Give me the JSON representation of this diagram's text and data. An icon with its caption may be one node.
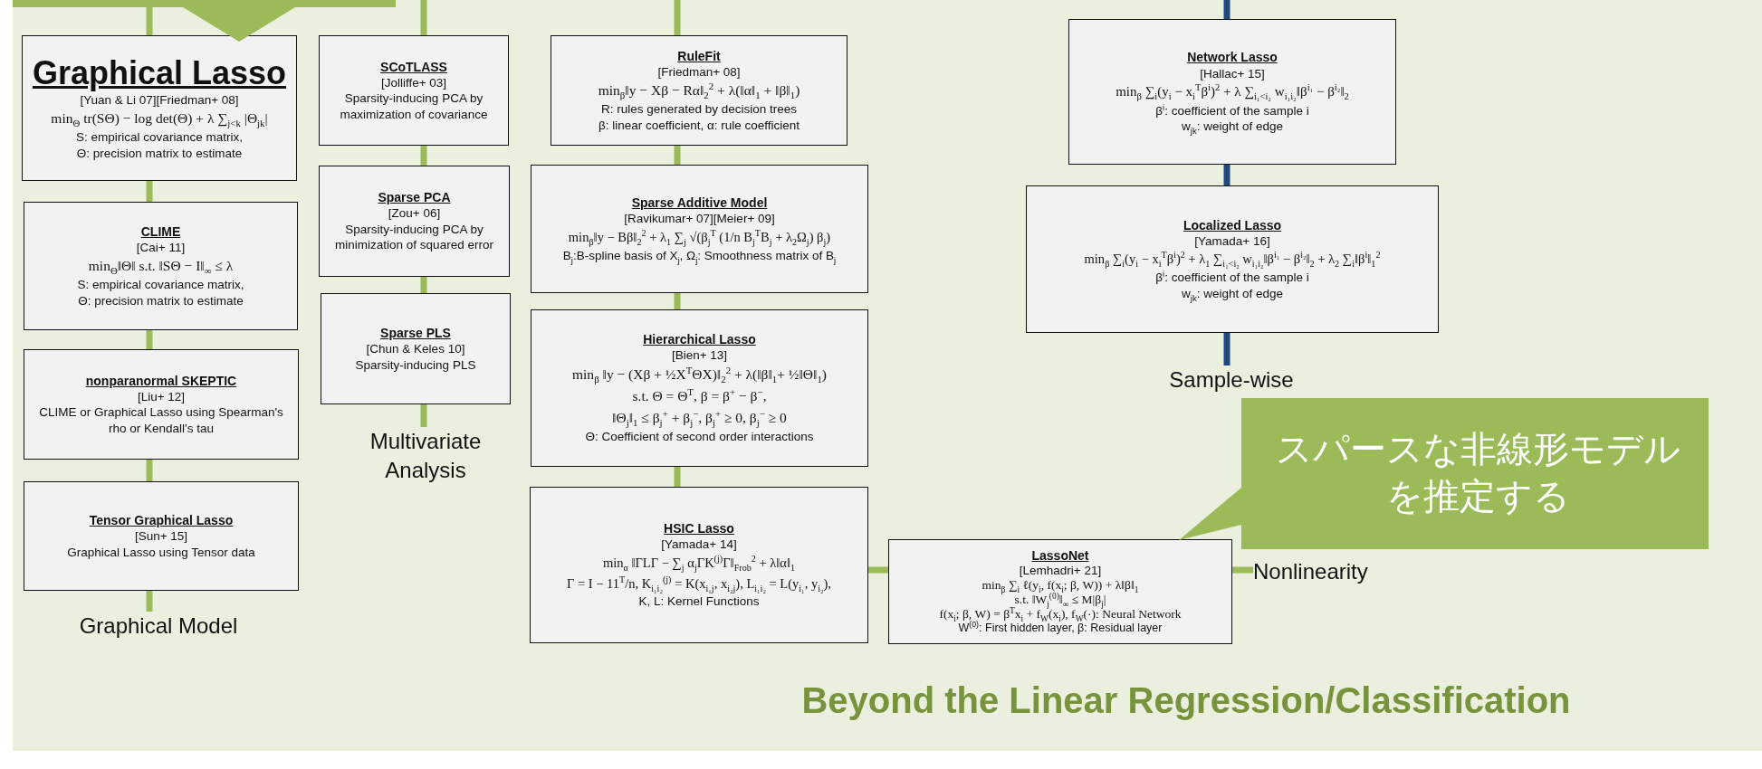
{
  "diagram": {
    "title": "Beyond the Linear Regression/Classification",
    "nodes": [
      {
        "text": [
          "Graphical Lasso",
          "[Yuan & Li 07][Friedman+ 08]",
          "min$_{Θ}$ tr(SΘ) − log det(Θ) + λ ∑$_{j<k}$ |Θ$_{jk}$|",
          "S: empirical covariance matrix,",
          "Θ: precision matrix to estimate"
        ]
      },
      {
        "text": [
          "CLIME",
          "[Cai+ 11]",
          "min$_{Θ}$‖Θ‖  s.t. ‖SΘ − I‖$_{∞}$ ≤ λ",
          "S:  empirical covariance matrix,",
          "Θ:  precision matrix to estimate"
        ]
      },
      {
        "text": [
          "nonparanormal SKEPTIC",
          "[Liu+ 12]",
          "CLIME or Graphical Lasso using Spearman's rho or Kendall's tau"
        ]
      },
      {
        "text": [
          "Tensor Graphical Lasso",
          "[Sun+ 15]",
          "Graphical Lasso using Tensor data"
        ]
      },
      {
        "text": [
          "Graphical Model"
        ]
      },
      {
        "text": [
          "SCoTLASS",
          "[Jolliffe+ 03]",
          "Sparsity-inducing PCA by maximization of covariance"
        ]
      },
      {
        "text": [
          "Sparse PCA",
          "[Zou+ 06]",
          "Sparsity-inducing PCA by minimization of squared error"
        ]
      },
      {
        "text": [
          "Sparse PLS",
          "[Chun & Keles 10]",
          "Sparsity-inducing PLS"
        ]
      },
      {
        "text": [
          "Multivariate Analysis"
        ]
      },
      {
        "text": [
          "RuleFit",
          "[Friedman+ 08]",
          "min$_{β}$‖y − Xβ − Rα‖$_{2}$$^{2}$ + λ(‖α‖$_{1}$ + ‖β‖$_{1}$)",
          "R: rules generated by decision trees",
          "β: linear coefficient, α: rule coefficient"
        ]
      },
      {
        "text": [
          "Sparse Additive Model",
          "[Ravikumar+ 07][Meier+ 09]",
          "min$_{β}$‖y − Bβ‖$_{2}$$^{2}$ + λ$_{1}$ ∑$_{j}$ √(β$_{j}$$^{T}$ (1/n B$_{j}$$^{T}$B$_{j}$ + λ$_{2}$Ω$_{j}$) β$_{j}$)",
          "B$_{j}$:B-spline basis of X$_{j}$,  Ω$_{j}$: Smoothness matrix of B$_{j}$"
        ]
      },
      {
        "text": [
          "Hierarchical Lasso",
          "[Bien+ 13]",
          "min$_{β}$ ‖y − (Xβ + ½X$^{T}$ΘX)‖$_{2}$$^{2}$ + λ(‖β‖$_{1}$+ ½‖Θ‖$_{1}$)",
          "s.t. Θ = Θ$^{T}$, β = β$^{+}$ − β$^{−}$,",
          "‖Θ$_{j}$‖$_{1}$ ≤ β$_{j}$$^{+}$ + β$_{j}$$^{−}$, β$_{j}$$^{+}$ ≥ 0, β$_{j}$$^{−}$ ≥ 0",
          "Θ: Coefficient of second order interactions"
        ]
      },
      {
        "text": [
          "HSIC Lasso",
          "[Yamada+ 14]",
          "min$_{α}$ ‖ΓLΓ − ∑$_{j}$ α$_{j}$ΓK$^{(j)}$Γ‖$_{Frob}$$^{2}$ + λ‖α‖$_{1}$",
          "Γ = I − 11$^{T}$/n, K$_{i₁i₂}$$^{(j)}$ = K(x$_{i₁j}$, x$_{i₂j}$), L$_{i₁i₂}$ = L(y$_{i₁}$, y$_{i₂}$),",
          "K, L: Kernel Functions"
        ]
      },
      {
        "text": [
          "LassoNet",
          "[Lemhadri+ 21]",
          "min$_{β}$ ∑$_{i}$ ℓ(y$_{i}$, f(x$_{i}$; β, W)) + λ‖β‖$_{1}$",
          "s.t. ‖W$_{j}$$^{(0)}$‖$_{∞}$ ≤ M|β$_{j}$|",
          "f(x$_{i}$; β, W) = β$^{T}$x$_{i}$ + f$_{W}$(x$_{i}$), f$_{W}$(·): Neural Network",
          "W$^{(0)}$: First hidden layer, β: Residual layer"
        ]
      },
      {
        "text": [
          "Nonlinearity"
        ]
      },
      {
        "text": [
          "Network Lasso",
          "[Hallac+ 15]",
          "min$_{β}$ ∑$_{i}$(y$_{i}$ − x$_{i}$$^{T}$β$^{i}$)$^{2}$ + λ ∑$_{i₁<i₂}$ w$_{i₁i₂}$‖β$^{i₁}$ − β$^{i₂}$‖$_{2}$",
          "β$^{i}$: coefficient of the sample i",
          "w$_{jk}$: weight of edge"
        ]
      },
      {
        "text": [
          "Localized Lasso",
          "[Yamada+ 16]",
          "min$_{β}$ ∑$_{i}$(y$_{i}$ − x$_{i}$$^{T}$β$^{i}$)$^{2}$ + λ$_{1}$ ∑$_{i₁<i₂}$ w$_{i₁i₂}$‖β$^{i₁}$ − β$^{i₂}$‖$_{2}$ + λ$_{2}$ ∑$_{i}$‖β$^{i}$‖$_{1}$$^{2}$",
          "β$^{i}$: coefficient of the sample i",
          "w$_{jk}$: weight of edge"
        ]
      },
      {
        "text": [
          "Sample-wise"
        ]
      },
      {
        "text": [
          "スパースな非線形モデルを推定する"
        ]
      },
      {
        "text": [],
        "shape": "box"
      }
    ],
    "edges": [
      {
        "from": 19,
        "to": 0,
        "arrow": "none"
      },
      {
        "from": 0,
        "to": 1,
        "arrow": "none"
      },
      {
        "from": 1,
        "to": 2,
        "arrow": "none"
      },
      {
        "from": 2,
        "to": 3,
        "arrow": "none"
      },
      {
        "from": 3,
        "to": 4,
        "arrow": "none"
      },
      {
        "from": null,
        "to": 5,
        "arrow": "none"
      },
      {
        "from": 5,
        "to": 6,
        "arrow": "none"
      },
      {
        "from": 6,
        "to": 7,
        "arrow": "none"
      },
      {
        "from": 7,
        "to": 8,
        "arrow": "none"
      },
      {
        "from": null,
        "to": 9,
        "arrow": "none"
      },
      {
        "from": 9,
        "to": 10,
        "arrow": "none"
      },
      {
        "from": 10,
        "to": 11,
        "arrow": "none"
      },
      {
        "from": 11,
        "to": 12,
        "arrow": "none"
      },
      {
        "from": 12,
        "to": 13,
        "arrow": "none"
      },
      {
        "from": 13,
        "to": 14,
        "arrow": "none"
      },
      {
        "from": null,
        "to": 15,
        "arrow": "none",
        "color": "#1f497d"
      },
      {
        "from": 15,
        "to": 16,
        "arrow": "none",
        "color": "#1f497d"
      },
      {
        "from": 16,
        "to": 17,
        "arrow": "none",
        "color": "#1f497d"
      }
    ]
  }
}
